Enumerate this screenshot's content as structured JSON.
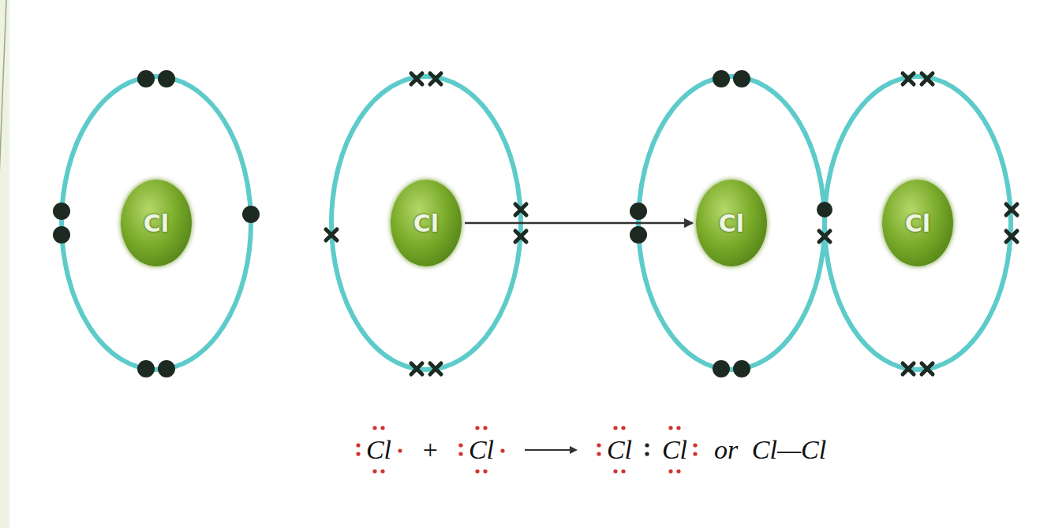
{
  "diagram": {
    "nodes": [
      {
        "text": [
          "Cl"
        ]
      },
      {
        "text": [
          "Cl"
        ]
      },
      {
        "text": [
          "Cl"
        ]
      },
      {
        "text": [
          "Cl"
        ]
      }
    ],
    "edges": [
      {
        "from": 1,
        "to": 2,
        "arrow": "to"
      }
    ],
    "labels": [
      "Cl",
      "+",
      "Cl",
      "Cl",
      "Cl",
      "or",
      "Cl—Cl"
    ]
  }
}
